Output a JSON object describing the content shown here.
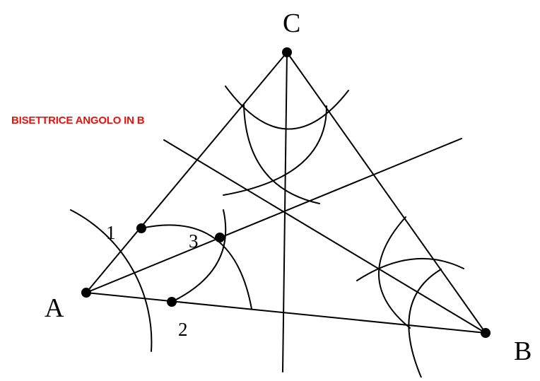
{
  "caption": {
    "text": "BISETTRICE ANGOLO IN B",
    "color": "#e8120c"
  },
  "vertices": {
    "a": "A",
    "b": "B",
    "c": "C"
  },
  "points": {
    "p1": "1",
    "p2": "2",
    "p3": "3"
  },
  "colors": {
    "ink": "#000000",
    "background": "#ffffff"
  }
}
